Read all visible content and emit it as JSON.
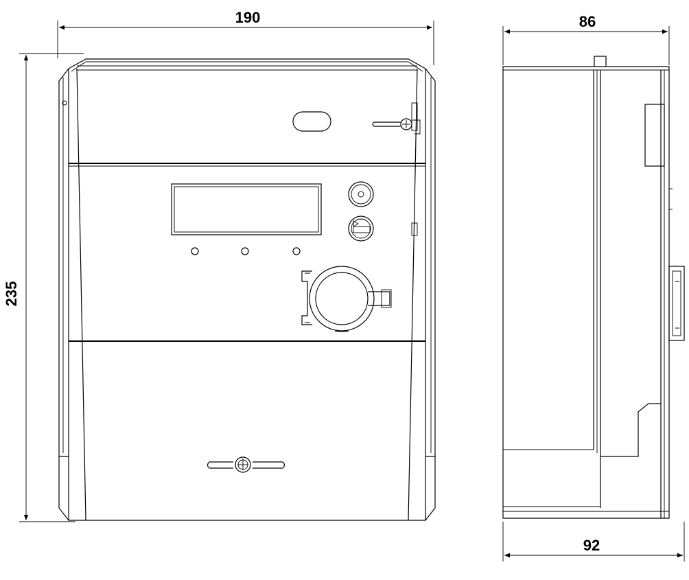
{
  "dimensions": {
    "front_width": "190",
    "front_height": "235",
    "side_depth_top": "86",
    "side_depth_bottom": "92"
  }
}
